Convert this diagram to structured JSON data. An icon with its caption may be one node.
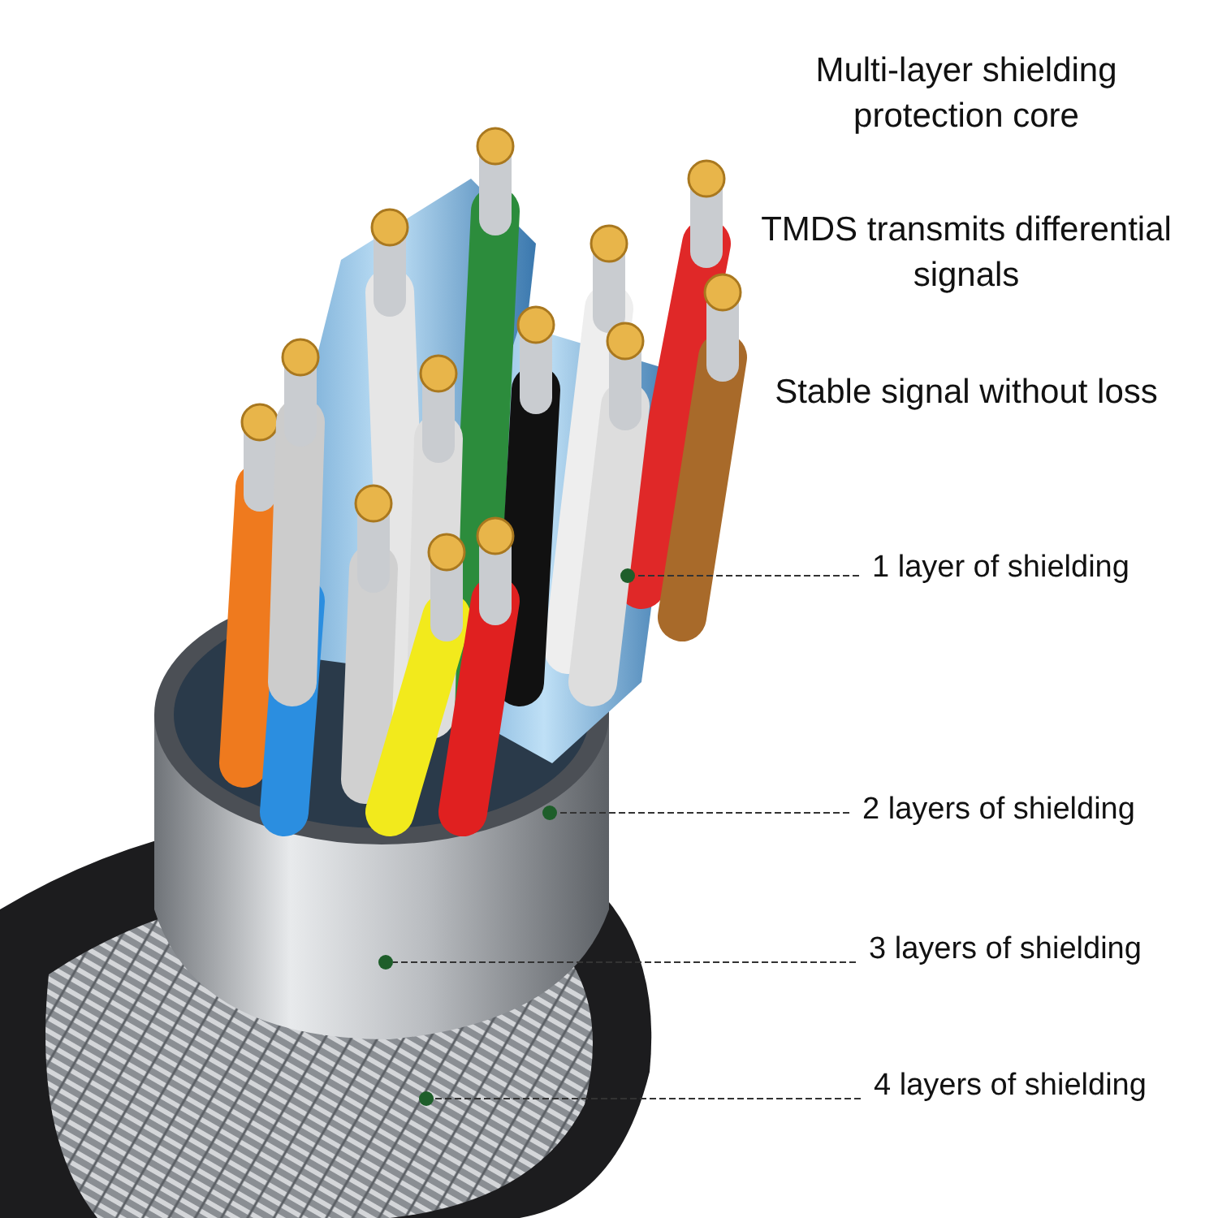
{
  "diagram": {
    "nodes": [
      {
        "text": [
          "1 layer of shielding"
        ]
      },
      {
        "text": [
          "2 layers of shielding"
        ]
      },
      {
        "text": [
          "3 layers of shielding"
        ]
      },
      {
        "text": [
          "4 layers of shielding"
        ]
      },
      {
        "text": [],
        "shape": "circle"
      },
      {
        "text": [],
        "shape": "circle"
      },
      {
        "text": [],
        "shape": "circle"
      },
      {
        "text": [],
        "shape": "circle"
      }
    ],
    "edges": [
      {
        "from": 0,
        "to": 4,
        "arrow": "none",
        "style": "dashed"
      },
      {
        "from": 1,
        "to": 5,
        "arrow": "none",
        "style": "dashed"
      },
      {
        "from": 2,
        "to": 6,
        "arrow": "none",
        "style": "dashed"
      },
      {
        "from": 3,
        "to": 7,
        "arrow": "none",
        "style": "dashed"
      }
    ],
    "labels": [
      "Multi-layer shielding protection core",
      "TMDS transmits differential signals",
      "Stable signal without loss"
    ]
  }
}
